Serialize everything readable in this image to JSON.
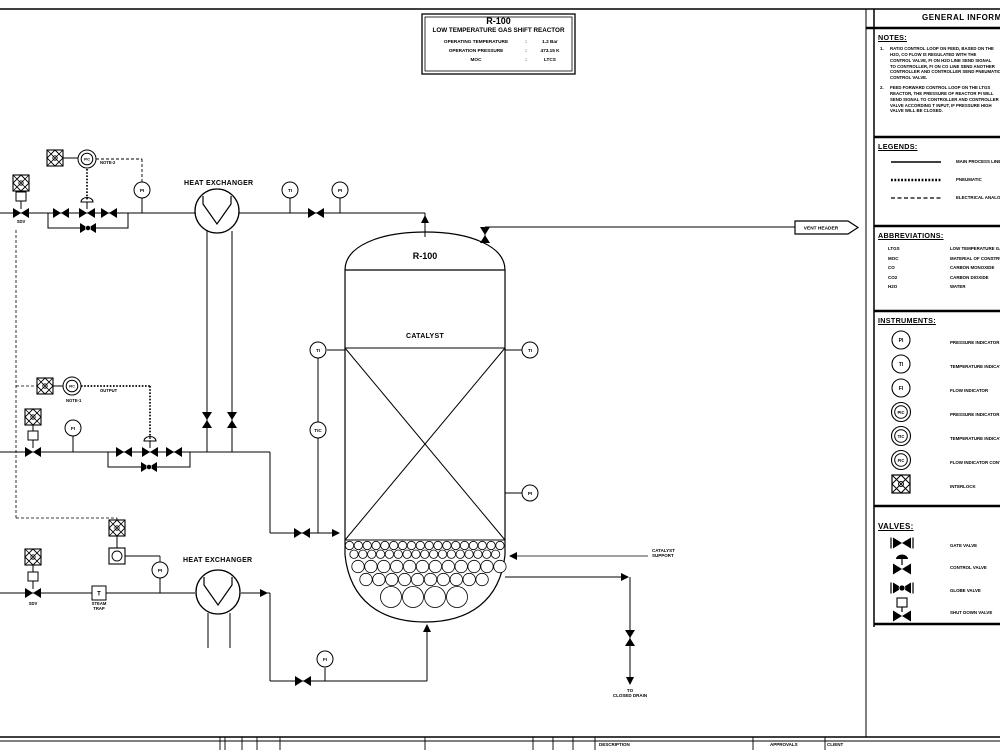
{
  "title_block": {
    "tag": "R-100",
    "name": "LOW TEMPERATURE GAS SHIFT REACTOR",
    "rows": [
      {
        "label": "OPERATING TEMPERATURE",
        "sep": ":",
        "value": "1.2 Bar"
      },
      {
        "label": "OPERATION PRESSURE",
        "sep": ":",
        "value": "473.15 K"
      },
      {
        "label": "MOC",
        "sep": ":",
        "value": "LTCS"
      }
    ]
  },
  "diagram": {
    "reactor_tag": "R-100",
    "catalyst_label": "CATALYST",
    "catalyst_support": {
      "line1": "CATALYST",
      "line2": "SUPPORT"
    },
    "heat_exchanger_top": "HEAT EXCHANGER",
    "heat_exchanger_bottom": "HEAT EXCHANGER",
    "vent_header_flag": "VENT HEADER",
    "to_drain": {
      "line1": "TO",
      "line2": "CLOSED DRAIN"
    },
    "note1_tag": "NOTE-1",
    "note2_tag": "NOTE-2",
    "output_tag": "OUTPUT",
    "sdv_top": "SDV",
    "sdv_bottom": "SDV",
    "steam_trap": {
      "symbol": "T",
      "line1": "STEAM",
      "line2": "TRAP"
    },
    "bubbles": [
      {
        "tag": "PI"
      },
      {
        "tag": "TI"
      },
      {
        "tag": "PI"
      },
      {
        "tag": "PIC"
      },
      {
        "tag": "FIC"
      },
      {
        "tag": "FI"
      },
      {
        "tag": "TI"
      },
      {
        "tag": "TIC"
      },
      {
        "tag": "TI"
      },
      {
        "tag": "PI"
      },
      {
        "tag": "PI"
      },
      {
        "tag": "FI"
      }
    ]
  },
  "panel": {
    "header": "GENERAL INFORMATION",
    "notes": {
      "heading": "NOTES:",
      "items": [
        {
          "num": "1.",
          "lines": [
            "RATIO CONTROL LOOP ON FEED, BASED ON THE",
            "H2O, CO FLOW IS REGULATED WITH THE",
            "CONTROL VALVE, FI ON H2O LINE SEND SIGNAL",
            "TO CONTROLLER, FI ON CO LINE SEND ANOTHER",
            "CONTROLLER AND CONTROLLER SEND PNEUMATIC",
            "CONTROL VALVE."
          ]
        },
        {
          "num": "2.",
          "lines": [
            "FEED FORWARD CONTROL LOOP ON THE LTGS",
            "REACTOR, THE PRESSURE OF REACTOR PI WILL",
            "SEND SIGNAL TO CONTROLLER AND CONTROLLER",
            "VALVE ACCORDING T INPUT, IF PRESSURE HIGH",
            "VALVE WILL BE CLOSED."
          ]
        }
      ]
    },
    "legends": {
      "heading": "LEGENDS:",
      "items": [
        {
          "label": "MAIN PROCESS LINE"
        },
        {
          "label": "PNEUMATIC"
        },
        {
          "label": "ELECTRICAL ANALOG"
        }
      ]
    },
    "abbreviations": {
      "heading": "ABBREVIATIONS:",
      "items": [
        {
          "abbr": "LTGS",
          "full": "LOW TEMPERATURE GAS SHIFT"
        },
        {
          "abbr": "MOC",
          "full": "MATERIAL OF CONSTRUCTION"
        },
        {
          "abbr": "CO",
          "full": "CARBON MONOXIDE"
        },
        {
          "abbr": "CO2",
          "full": "CARBON DIOXIDE"
        },
        {
          "abbr": "H2O",
          "full": "WATER"
        }
      ]
    },
    "instruments": {
      "heading": "INSTRUMENTS:",
      "items": [
        {
          "tag": "PI",
          "label": "PRESSURE INDICATOR"
        },
        {
          "tag": "TI",
          "label": "TEMPERATURE INDICATOR"
        },
        {
          "tag": "FI",
          "label": "FLOW INDICATOR"
        },
        {
          "tag": "PIC",
          "label": "PRESSURE INDICATOR CONTROLLER"
        },
        {
          "tag": "TIC",
          "label": "TEMPERATURE INDICATOR CONTROLLER"
        },
        {
          "tag": "FIC",
          "label": "FLOW INDICATOR CONTROLLER"
        },
        {
          "tag": "",
          "label": "INTERLOCK"
        }
      ]
    },
    "valves": {
      "heading": "VALVES:",
      "items": [
        {
          "label": "GATE VALVE"
        },
        {
          "label": "CONTROL VALVE"
        },
        {
          "label": "GLOBE VALVE"
        },
        {
          "label": "SHUT DOWN VALVE"
        }
      ]
    }
  },
  "footer": {
    "description_label": "DESCRIPTION",
    "approvals_label": "APPROVALS",
    "client_label": "CLIENT"
  },
  "colors": {
    "ink": "#000000",
    "paper": "#ffffff"
  }
}
